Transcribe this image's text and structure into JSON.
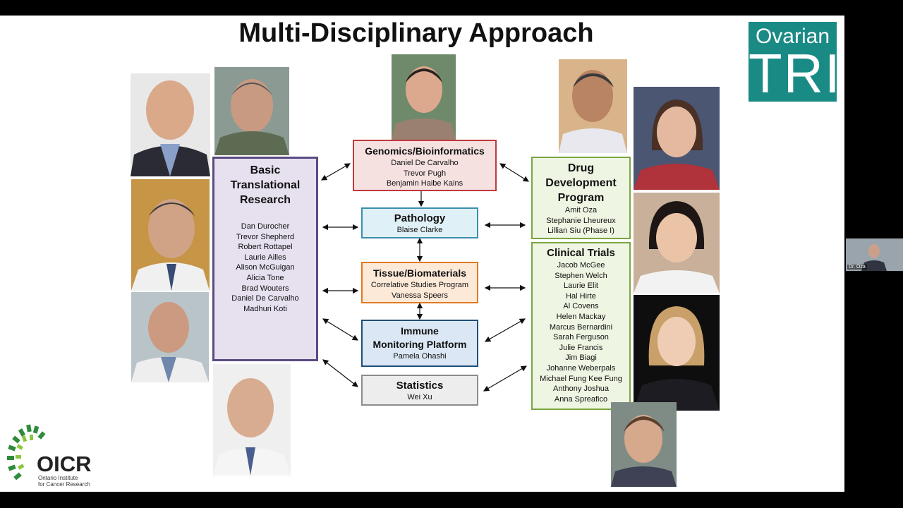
{
  "slide": {
    "title": "Multi-Disciplinary Approach",
    "logo_top": "Ovarian",
    "logo_bottom": "TRI",
    "org_logo": "OICR",
    "org_subtitle_1": "Ontario Institute",
    "org_subtitle_2": "for Cancer Research"
  },
  "boxes": {
    "basic": {
      "title_1": "Basic",
      "title_2": "Translational",
      "title_3": "Research",
      "members": [
        "Dan Durocher",
        "Trevor Shepherd",
        "Robert Rottapel",
        "Laurie Ailles",
        "Alison McGuigan",
        "Alicia Tone",
        "Brad Wouters",
        "Daniel De Carvalho",
        "Madhuri Koti"
      ]
    },
    "genomics": {
      "title": "Genomics/Bioinformatics",
      "members": [
        "Daniel De Carvalho",
        "Trevor Pugh",
        "Benjamin Haibe Kains"
      ]
    },
    "pathology": {
      "title": "Pathology",
      "members": [
        "Blaise Clarke"
      ]
    },
    "tissue": {
      "title": "Tissue/Biomaterials",
      "members": [
        "Correlative Studies Program",
        "Vanessa Speers"
      ]
    },
    "immune": {
      "title_1": "Immune",
      "title_2": "Monitoring Platform",
      "members": [
        "Pamela Ohashi"
      ]
    },
    "statistics": {
      "title": "Statistics",
      "members": [
        "Wei Xu"
      ]
    },
    "drug": {
      "title_1": "Drug",
      "title_2": "Development",
      "title_3": "Program",
      "members": [
        "Amit Oza",
        "Stephanie Lheureux",
        "Lillian Siu (Phase I)"
      ]
    },
    "clinical": {
      "title": "Clinical Trials",
      "members": [
        "Jacob McGee",
        "Stephen Welch",
        "Laurie Elit",
        "Hal Hirte",
        "Al Covens",
        "Helen Mackay",
        "Marcus Bernardini",
        "Sarah Ferguson",
        "Julie Francis",
        "Jim Biagi",
        "Johanne Weberpals",
        "Michael Fung Kee Fung",
        "Anthony Joshua",
        "Anna Spreafico"
      ]
    }
  },
  "colors": {
    "basic_border": "#5b4a82",
    "basic_fill": "#e6e0ef",
    "genomics_border": "#c0393b",
    "genomics_fill": "#f6e1e1",
    "pathology_border": "#3a8fb0",
    "pathology_fill": "#dff0f6",
    "tissue_border": "#e07a22",
    "tissue_fill": "#fde9d8",
    "immune_border": "#1f4e79",
    "immune_fill": "#dbe7f5",
    "stats_border": "#8c8c8c",
    "stats_fill": "#ededed",
    "green_border": "#7aa641",
    "green_fill": "#eef5e2",
    "logo_teal": "#1a8a85"
  },
  "video": {
    "participant_label": "Dr. Oza"
  }
}
